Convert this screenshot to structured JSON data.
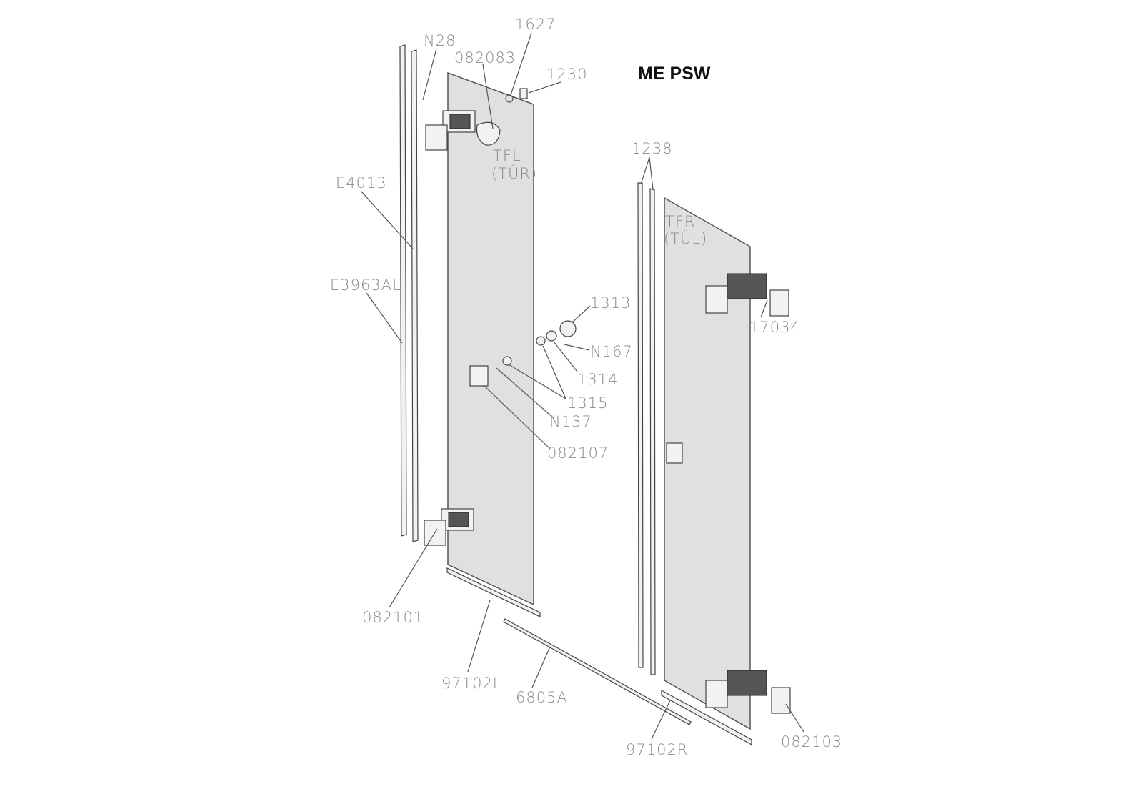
{
  "title": "ME PSW",
  "labels": {
    "n28": "N28",
    "p1627": "1627",
    "p082083": "082083",
    "p1230": "1230",
    "tfl": "TFL",
    "tur": "(TÜR)",
    "e4013": "E4013",
    "e3963al": "E3963AL",
    "p1313": "1313",
    "n167": "N167",
    "p1314": "1314",
    "p1315": "1315",
    "n137": "N137",
    "p082107": "082107",
    "p082101": "082101",
    "p97102l": "97102L",
    "p6805a": "6805A",
    "p1238": "1238",
    "tfr": "TFR",
    "tul": "(TÜL)",
    "p17034": "17034",
    "p97102r": "97102R",
    "p082103": "082103"
  }
}
